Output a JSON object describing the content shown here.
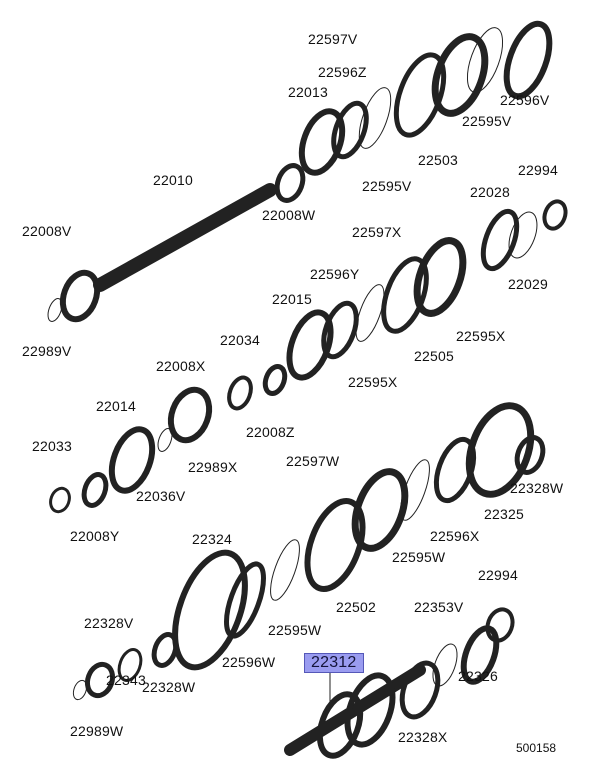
{
  "diagram_code": "500158",
  "highlighted_part": "22312",
  "highlight_color": "#9a9cf0",
  "part_labels": [
    "22597V",
    "22596Z",
    "22013",
    "22596V",
    "22595V",
    "22503",
    "22010",
    "22595V",
    "22994",
    "22028",
    "22008W",
    "22008V",
    "22597X",
    "22596Y",
    "22029",
    "22015",
    "22595X",
    "22505",
    "22989V",
    "22034",
    "22008X",
    "22595X",
    "22014",
    "22033",
    "22008Z",
    "22989X",
    "22597W",
    "22036V",
    "22328W",
    "22325",
    "22596X",
    "22008Y",
    "22324",
    "22595W",
    "22502",
    "22994",
    "22328V",
    "22353V",
    "22595W",
    "22596W",
    "22312",
    "22343",
    "22328W",
    "22326",
    "22989W",
    "22328X"
  ]
}
